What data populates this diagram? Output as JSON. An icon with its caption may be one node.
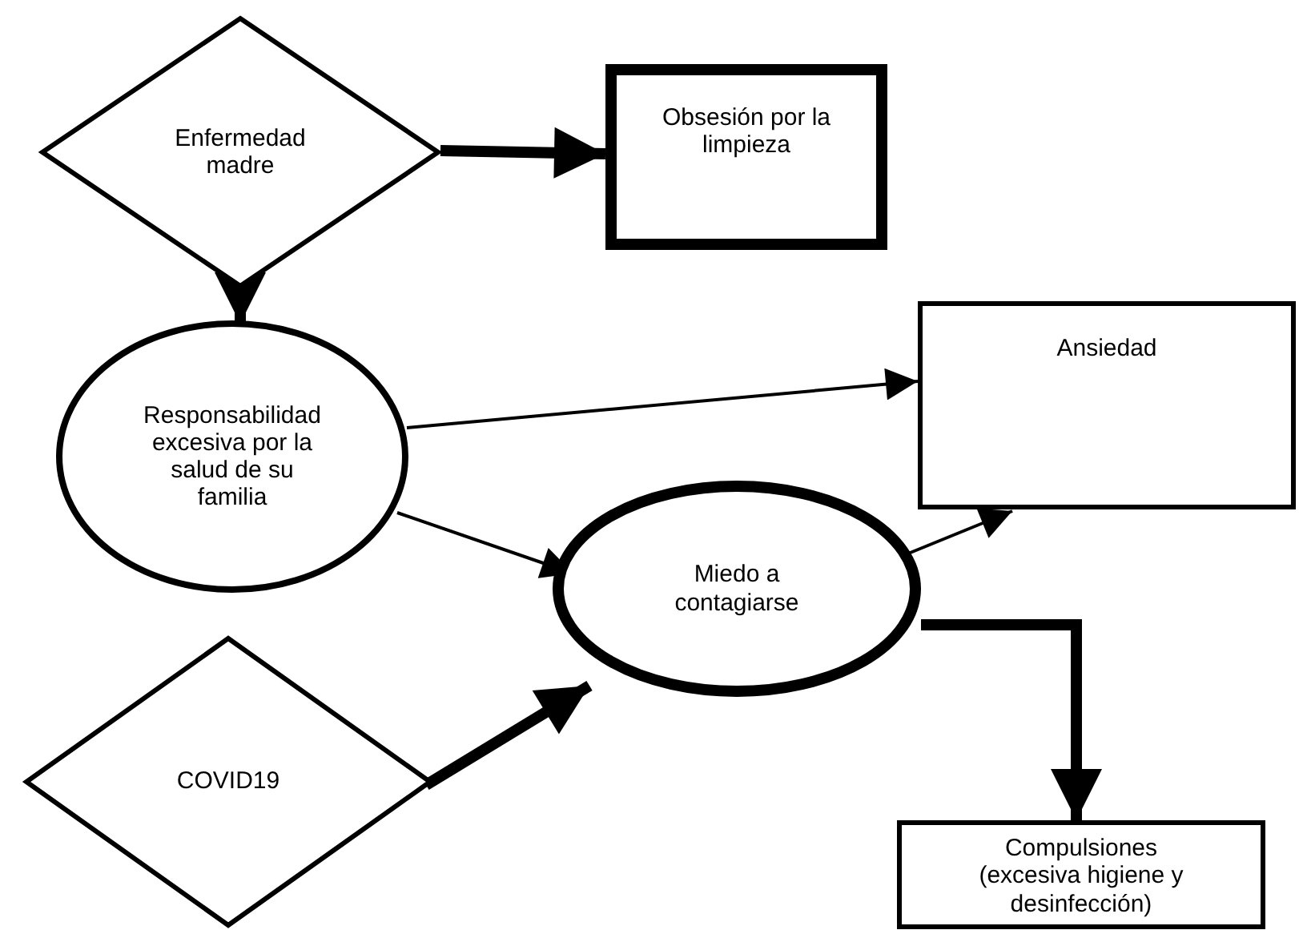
{
  "diagram": {
    "nodes": [
      {
        "text": [
          "Enfermedad madre"
        ]
      },
      {
        "text": [
          "Obsesión por la limpieza"
        ]
      },
      {
        "text": [
          "Responsabilidad excesiva por la salud de su familia"
        ]
      },
      {
        "text": [
          "Ansiedad"
        ]
      },
      {
        "text": [
          "Miedo a contagiarse"
        ]
      },
      {
        "text": [
          "COVID19"
        ]
      },
      {
        "text": [
          "Compulsiones (excesiva higiene y desinfección)"
        ]
      }
    ],
    "edges": [
      {
        "from": 0,
        "to": 1,
        "arrow": "to"
      },
      {
        "from": 0,
        "to": 2,
        "arrow": "to"
      },
      {
        "from": 2,
        "to": 3,
        "arrow": "to"
      },
      {
        "from": 2,
        "to": 4,
        "arrow": "to"
      },
      {
        "from": 5,
        "to": 4,
        "arrow": "to"
      },
      {
        "from": 4,
        "to": 3,
        "arrow": "to"
      },
      {
        "from": 4,
        "to": 6,
        "arrow": "to"
      }
    ]
  }
}
